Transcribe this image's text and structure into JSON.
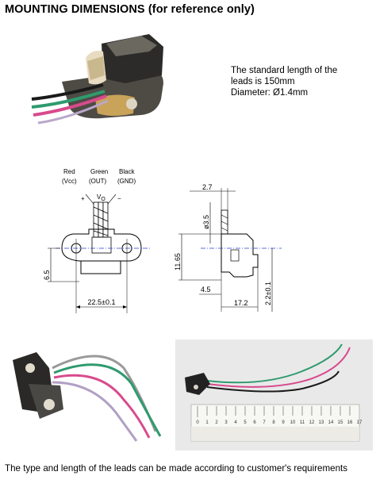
{
  "title": "MOUNTING DIMENSIONS (for reference only)",
  "note": {
    "line1": "The standard length of the",
    "line2": "leads is 150mm",
    "line3": "Diameter: Ø1.4mm"
  },
  "front_view": {
    "wires": [
      {
        "color": "Red",
        "signal": "(Vcc)"
      },
      {
        "color": "Green",
        "signal": "(OUT)"
      },
      {
        "color": "Black",
        "signal": "(GND)"
      }
    ],
    "symbols": {
      "plus": "+",
      "vo": "V",
      "vo_sub": "O",
      "minus": "−"
    },
    "dims": {
      "width": "22.5±0.1",
      "height": "6.5"
    }
  },
  "side_view": {
    "dims": {
      "top": "2.7",
      "dia": "ø3.5",
      "left": "11.65",
      "offset": "4.5",
      "width": "17.2",
      "right": "2.2±0.1"
    }
  },
  "ruler_numbers": [
    "0",
    "1",
    "2",
    "3",
    "4",
    "5",
    "6",
    "7",
    "8",
    "9",
    "10",
    "11",
    "12",
    "13",
    "14",
    "15",
    "16",
    "17"
  ],
  "footer": "The type and length of the leads can be made according to customer's requirements",
  "colors": {
    "wire_red": "#d84a8c",
    "wire_green": "#2f9a6e",
    "wire_black": "#1a1a1a",
    "wire_grey": "#9a9a9a",
    "dim_blue": "#2a3fd0"
  }
}
